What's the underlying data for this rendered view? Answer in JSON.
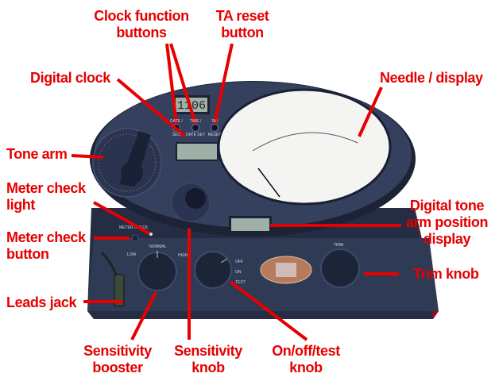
{
  "labels": {
    "clock_function_buttons": "Clock function buttons",
    "ta_reset_button": "TA reset button",
    "digital_clock": "Digital clock",
    "needle_display": "Needle / display",
    "tone_arm": "Tone arm",
    "meter_check_light": "Meter check light",
    "digital_ta_display": "Digital tone arm position display",
    "meter_check_button": "Meter check button",
    "trim_knob": "Trim knob",
    "leads_jack": "Leads jack",
    "sensitivity_booster": "Sensitivity booster",
    "sensitivity_knob": "Sensitivity knob",
    "on_off_test_knob": "On/off/test knob"
  },
  "device": {
    "clock_readout": "1106",
    "button_labels": [
      "DATE / SEC",
      "TIME / DATE SET",
      "TA / RESET"
    ],
    "meter_check": "METER CHECK",
    "booster_positions": [
      "LOW",
      "NORMAL",
      "HIGH"
    ],
    "power_positions": [
      "OFF",
      "ON",
      "TEST"
    ],
    "trim": "TRIM"
  },
  "colors": {
    "annotation": "#e60000",
    "device_body": "#2c3650"
  }
}
